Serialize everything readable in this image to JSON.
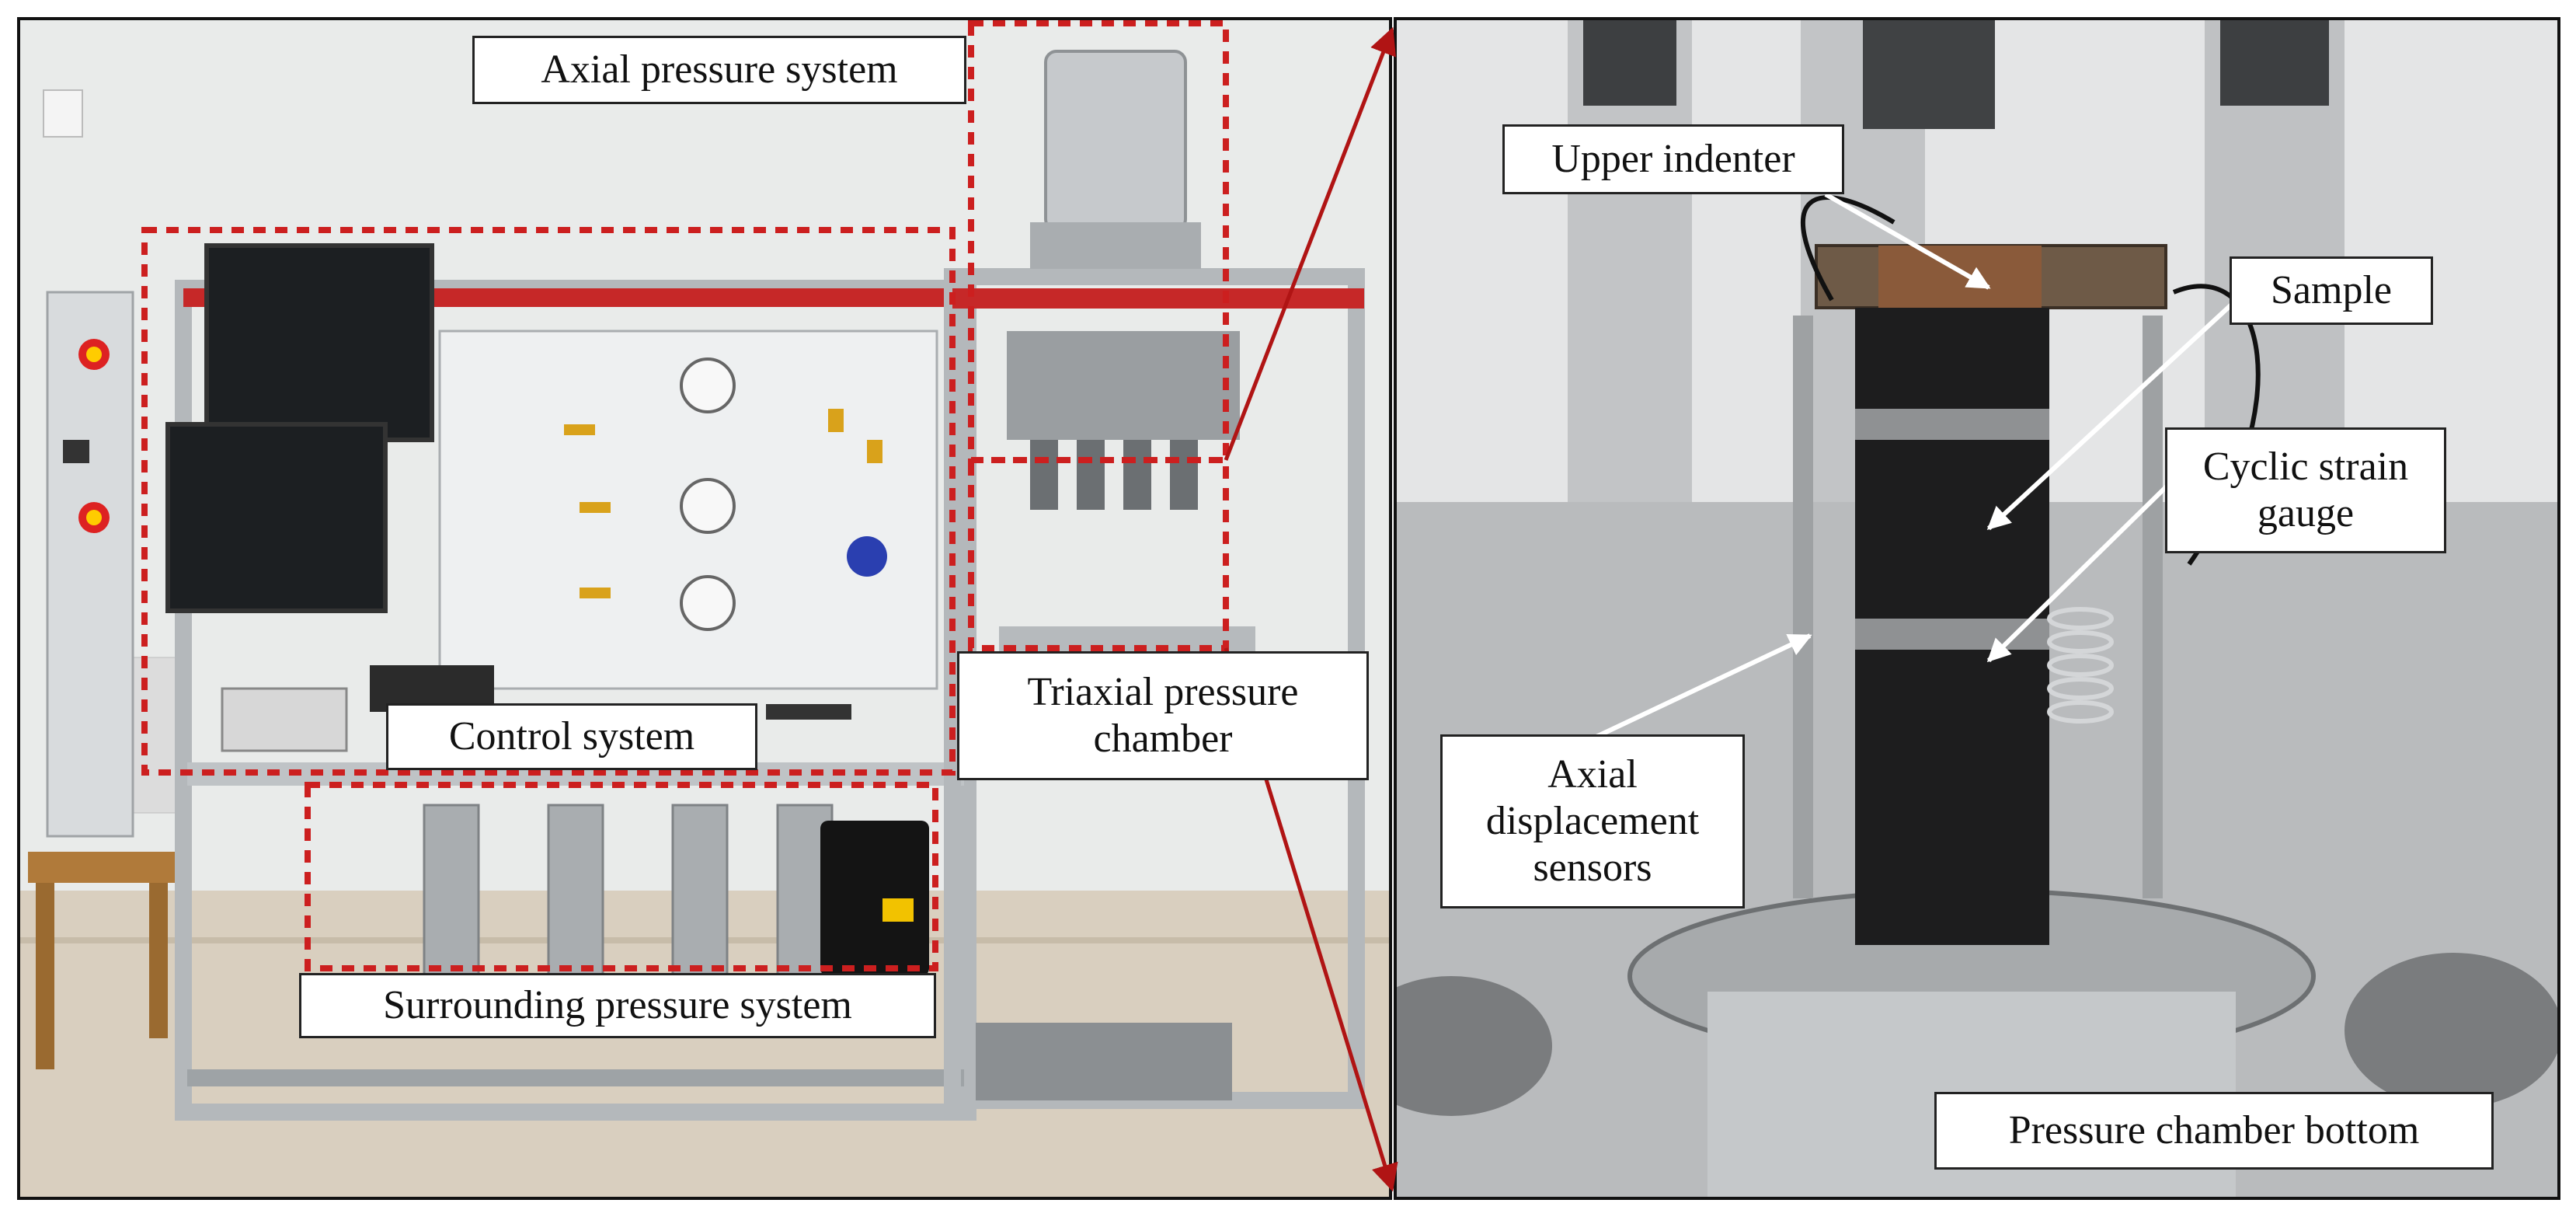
{
  "left_panel": {
    "labels": {
      "axial": "Axial pressure system",
      "control": "Control system",
      "triaxial_line1": "Triaxial pressure",
      "triaxial_line2": "chamber",
      "surrounding": "Surrounding pressure system"
    }
  },
  "right_panel": {
    "labels": {
      "upper_indenter": "Upper indenter",
      "sample": "Sample",
      "cyclic_line1": "Cyclic strain",
      "cyclic_line2": "gauge",
      "axial_disp_line1": "Axial",
      "axial_disp_line2": "displacement",
      "axial_disp_line3": "sensors",
      "bottom": "Pressure chamber bottom"
    }
  },
  "colors": {
    "dashed_box": "#cc1f1f",
    "connector": "#b01414",
    "pointer": "#ffffff"
  }
}
